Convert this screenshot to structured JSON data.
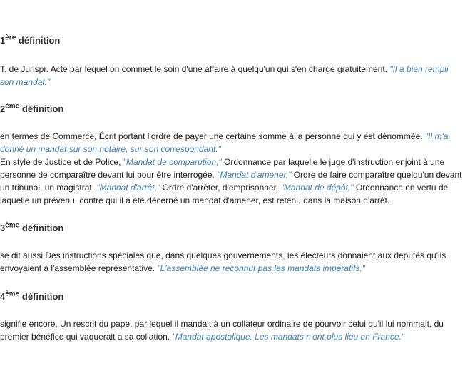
{
  "definitions": [
    {
      "number": "1",
      "suffix": "ère",
      "word": "définition",
      "segments": [
        {
          "text": "T. de Jurispr. Acte par lequel on commet le soin d'une affaire à quelqu'un qui s'en charge gratuitement. ",
          "example": false
        },
        {
          "text": "\"Il a bien rempli son mandat.\"",
          "example": true
        }
      ]
    },
    {
      "number": "2",
      "suffix": "ème",
      "word": "définition",
      "segments": [
        {
          "text": "en termes de Commerce, Écrit portant l'ordre de payer une certaine somme à la personne qui y est dénommée. ",
          "example": false
        },
        {
          "text": "\"Il m'a donné un mandat sur son notaire, sur son correspondant.\"",
          "example": true
        },
        {
          "text": "\n",
          "example": false
        },
        {
          "text": "En style de Justice et de Police, ",
          "example": false
        },
        {
          "text": "\"Mandat de comparution,\"",
          "example": true
        },
        {
          "text": " Ordonnance par laquelle le juge d'instruction enjoint à une personne de comparaître devant lui pour être interrogée. ",
          "example": false
        },
        {
          "text": "\"Mandat d'amener,\"",
          "example": true
        },
        {
          "text": " Ordre de faire comparaître quelqu'un devant un tribunal, un magistrat. ",
          "example": false
        },
        {
          "text": "\"Mandat d'arrêt,\"",
          "example": true
        },
        {
          "text": " Ordre d'arrêter, d'emprisonner. ",
          "example": false
        },
        {
          "text": "\"Mandat de dépôt,\"",
          "example": true
        },
        {
          "text": " Ordonnance en vertu de laquelle un prévenu, contre qui il a été décerné un mandat d'amener, est retenu dans la maison d'arrêt.",
          "example": false
        }
      ]
    },
    {
      "number": "3",
      "suffix": "ème",
      "word": "définition",
      "segments": [
        {
          "text": "se dit aussi Des instructions spéciales que, dans quelques gouvernements, les électeurs donnaient aux députés qu'ils envoyaient à l'assemblée représentative. ",
          "example": false
        },
        {
          "text": "\"L'assemblée ne reconnut pas les mandats impératifs.\"",
          "example": true
        }
      ]
    },
    {
      "number": "4",
      "suffix": "ème",
      "word": "définition",
      "segments": [
        {
          "text": "signifie encore, Un rescrit du pape, par lequel il mandait à un collateur ordinaire de pourvoir celui qu'il lui nommait, du premier bénéfice qui vaquerait a sa collation. ",
          "example": false
        },
        {
          "text": "\"Mandat apostolique. Les mandats n'ont plus lieu en France.\"",
          "example": true
        }
      ]
    }
  ],
  "colors": {
    "text": "#222222",
    "heading": "#333333",
    "example": "#3f7fb0",
    "background": "#ffffff"
  }
}
